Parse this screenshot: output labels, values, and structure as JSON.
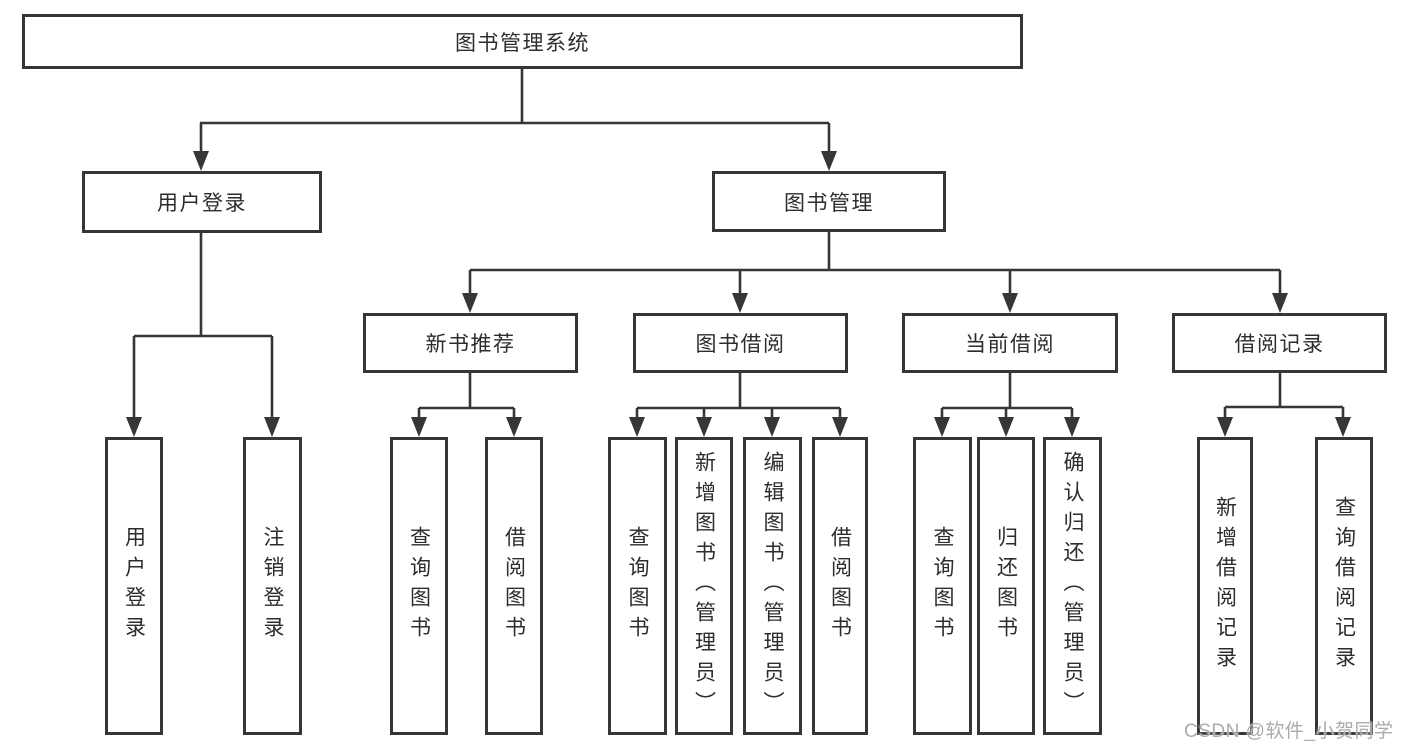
{
  "colors": {
    "line": "#363636",
    "box_border": "#363636",
    "box_fill": "#ffffff",
    "text": "#2d2d2d",
    "watermark_text": "#ababab",
    "background": "#ffffff"
  },
  "hierarchy": {
    "root": {
      "label": "图书管理系统"
    },
    "user_login": {
      "label": "用户登录",
      "leaves": [
        {
          "label": "用户登录"
        },
        {
          "label": "注销登录"
        }
      ]
    },
    "book_mgmt": {
      "label": "图书管理",
      "sections": [
        {
          "label": "新书推荐",
          "leaves": [
            {
              "label": "查询图书"
            },
            {
              "label": "借阅图书"
            }
          ]
        },
        {
          "label": "图书借阅",
          "leaves": [
            {
              "label": "查询图书"
            },
            {
              "label": "新增图书（管理员）"
            },
            {
              "label": "编辑图书（管理员）"
            },
            {
              "label": "借阅图书"
            }
          ]
        },
        {
          "label": "当前借阅",
          "leaves": [
            {
              "label": "查询图书"
            },
            {
              "label": "归还图书"
            },
            {
              "label": "确认归还（管理员）"
            }
          ]
        },
        {
          "label": "借阅记录",
          "leaves": [
            {
              "label": "新增借阅记录"
            },
            {
              "label": "查询借阅记录"
            }
          ]
        }
      ]
    }
  },
  "watermark": {
    "text": "CSDN @软件_小贺同学"
  }
}
